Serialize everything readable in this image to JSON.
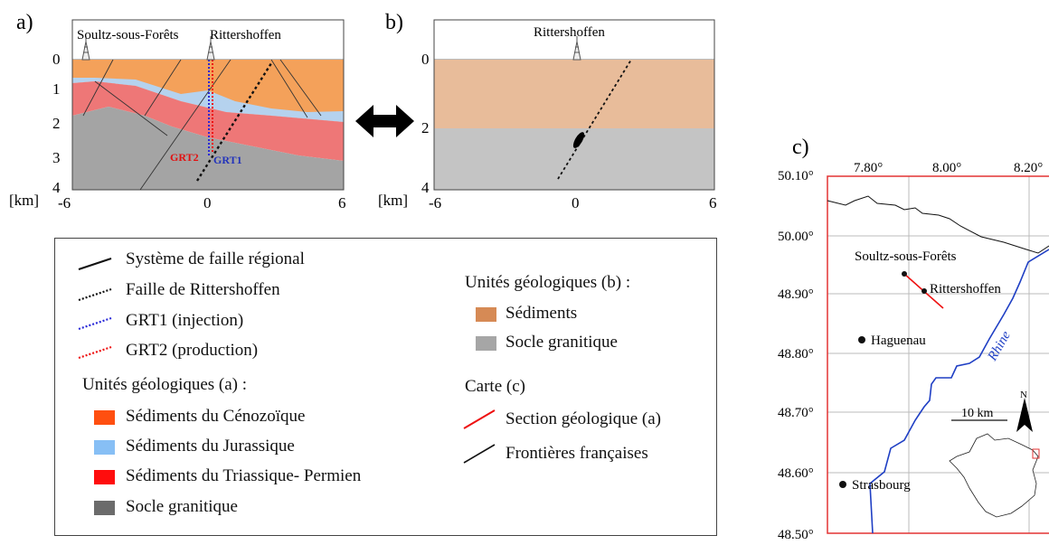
{
  "panel_a": {
    "tag": "a)",
    "site_soultz": "Soultz-sous-Forêts",
    "site_ritters": "Rittershoffen",
    "depth_ticks": [
      "0",
      "1",
      "2",
      "3",
      "4"
    ],
    "unit": "[km]",
    "x_ticks": [
      "-6",
      "0",
      "6"
    ],
    "well_grt2": "GRT2",
    "well_grt1": "GRT1"
  },
  "panel_b": {
    "tag": "b)",
    "site": "Rittershoffen",
    "depth_ticks": [
      "0",
      "2",
      "4"
    ],
    "unit": "[km]",
    "x_ticks": [
      "-6",
      "0",
      "6"
    ]
  },
  "legend": {
    "items_left": [
      {
        "label": "Système de faille régional",
        "symbol": "solid-line"
      },
      {
        "label": "Faille de Rittershoffen",
        "symbol": "dotted-line"
      },
      {
        "label": "GRT1 (injection)",
        "symbol": "blue-dotted"
      },
      {
        "label": "GRT2 (production)",
        "symbol": "red-dotted"
      }
    ],
    "heading_a": "Unités géologiques (a) :",
    "units_a": [
      {
        "label": "Sédiments du Cénozoïque",
        "color": "#ff4f10"
      },
      {
        "label": "Sédiments du Jurassique",
        "color": "#87bff5"
      },
      {
        "label": "Sédiments du Triassique- Permien",
        "color": "#ff0d0d"
      },
      {
        "label": "Socle granitique",
        "color": "#6b6b6b"
      }
    ],
    "heading_b": "Unités géologiques (b) :",
    "units_b": [
      {
        "label": "Sédiments",
        "color": "#d68a55"
      },
      {
        "label": "Socle granitique",
        "color": "#a6a6a6"
      }
    ],
    "heading_c": "Carte (c)",
    "map_items": [
      {
        "label": "Section géologique (a)",
        "color": "#ee1111"
      },
      {
        "label": "Frontières françaises",
        "color": "#111111"
      }
    ]
  },
  "panel_c": {
    "tag": "c)",
    "lon_ticks": [
      "7.80°",
      "8.00°",
      "8.20°"
    ],
    "lat_ticks": [
      "50.10°",
      "50.00°",
      "48.90°",
      "48.80°",
      "48.70°",
      "48.60°",
      "48.50°"
    ],
    "towns": [
      "Soultz-sous-Forêts",
      "Rittershoffen",
      "Haguenau",
      "Strasbourg"
    ],
    "river": "Rhine",
    "scale": "10 km",
    "north": "N"
  },
  "colors": {
    "cenozoic": "#f4a15a",
    "jurassic": "#b5d2ee",
    "triassic": "#ee7777",
    "basement": "#a4a4a4",
    "b_sediment": "#e8bc9a",
    "b_basement": "#c4c4c4",
    "map_frame": "#e33333",
    "rhine": "#1f3fc4"
  }
}
